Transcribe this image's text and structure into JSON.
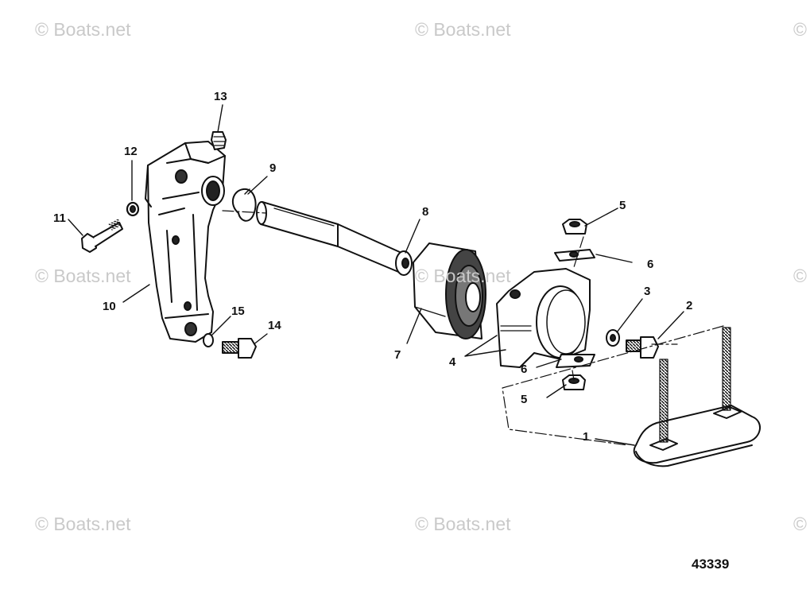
{
  "watermarks": [
    "© Boats.net",
    "© Boats.net",
    "©",
    "© Boats.net",
    "© Boats.net",
    "©",
    "© Boats.net",
    "© Boats.net",
    "©"
  ],
  "callouts": [
    "1",
    "2",
    "3",
    "4",
    "5",
    "5",
    "6",
    "6",
    "7",
    "8",
    "9",
    "10",
    "11",
    "12",
    "13",
    "14",
    "15"
  ],
  "diagram_id": "43339"
}
